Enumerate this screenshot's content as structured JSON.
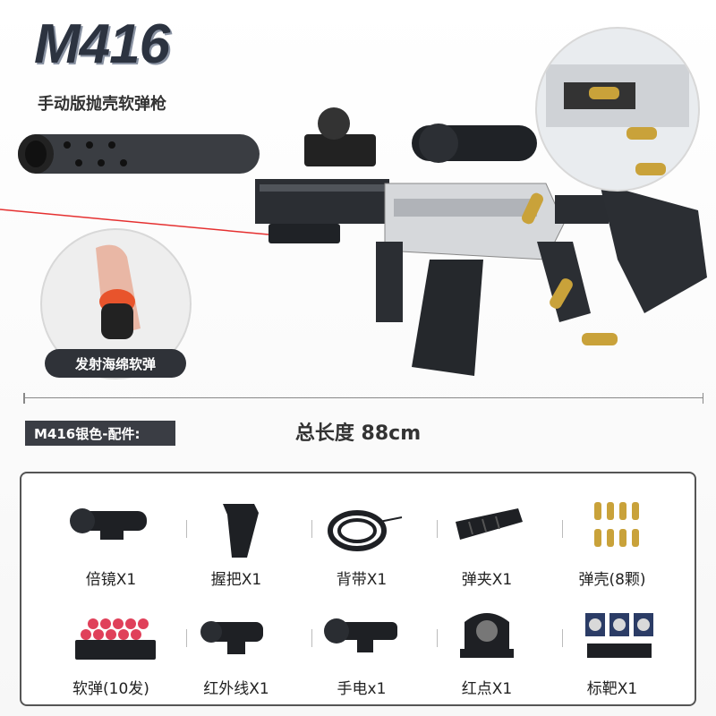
{
  "title": "M416",
  "subtitle": "手动版抛壳软弹枪",
  "badge_label": "发射海绵软弹",
  "total_length": "总长度 88cm",
  "accessories_tag": "M416银色-配件:",
  "accessories": [
    {
      "label": "倍镜X1",
      "icon": "scope-icon"
    },
    {
      "label": "握把X1",
      "icon": "grip-icon"
    },
    {
      "label": "背带X1",
      "icon": "sling-icon"
    },
    {
      "label": "弹夹X1",
      "icon": "magazine-icon"
    },
    {
      "label": "弹壳(8颗)",
      "icon": "shell-casings-icon"
    },
    {
      "label": "软弹(10发)",
      "icon": "soft-darts-icon"
    },
    {
      "label": "红外线X1",
      "icon": "laser-sight-icon"
    },
    {
      "label": "手电x1",
      "icon": "flashlight-icon"
    },
    {
      "label": "红点X1",
      "icon": "red-dot-sight-icon"
    },
    {
      "label": "标靶X1",
      "icon": "target-icon"
    }
  ]
}
